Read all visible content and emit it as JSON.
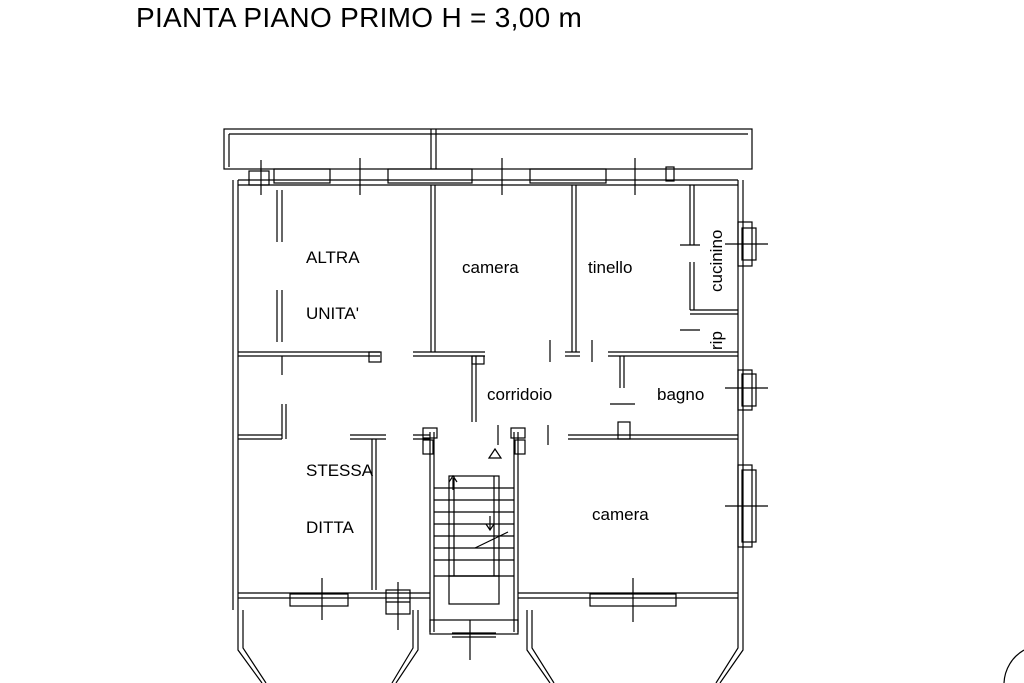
{
  "title": "PIANTA PIANO PRIMO H = 3,00 m",
  "rooms": {
    "altra_1": "ALTRA",
    "altra_2": "UNITA'",
    "camera_top": "camera",
    "tinello": "tinello",
    "cucinino": "cucinino",
    "rip": "rip",
    "corridoio": "corridoio",
    "bagno": "bagno",
    "stessa_1": "STESSA",
    "stessa_2": "DITTA",
    "camera_bottom": "camera"
  },
  "colors": {
    "lines": "#000000",
    "background": "#ffffff"
  }
}
